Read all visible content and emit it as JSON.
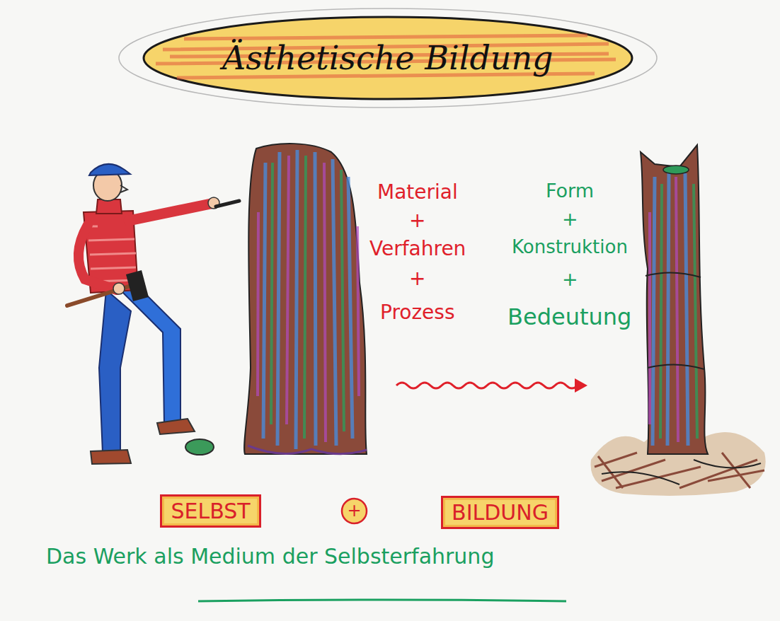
{
  "diagram": {
    "title": "Ästhetische Bildung",
    "caption": "Das Werk als Medium der Selbsterfahrung",
    "nodes": [
      {
        "text": [
          "SELBST"
        ]
      },
      {
        "text": [
          "+"
        ]
      },
      {
        "text": [
          "BILDUNG"
        ]
      }
    ],
    "labels": [
      "Material",
      "+",
      "Verfahren",
      "+",
      "Prozess",
      "Form",
      "+",
      "Konstruktion",
      "+",
      "Bedeutung"
    ]
  }
}
